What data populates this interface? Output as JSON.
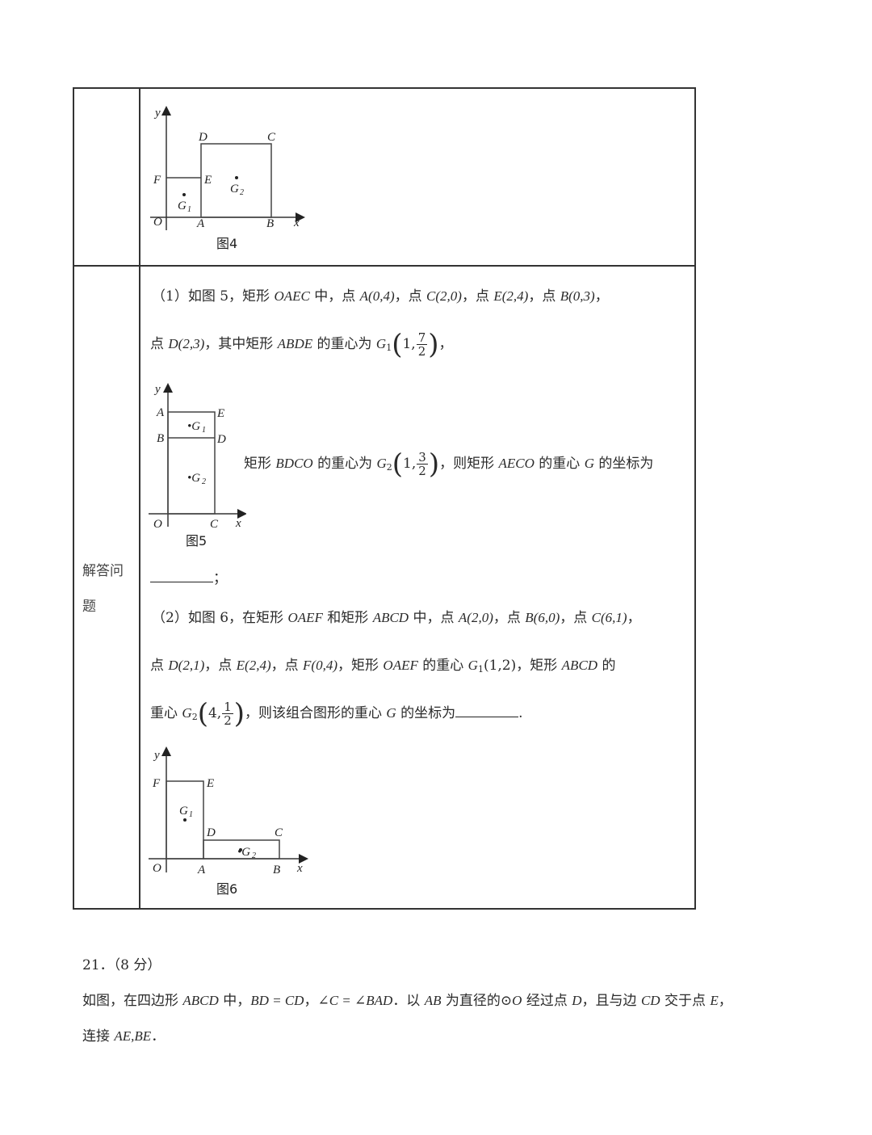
{
  "table": {
    "row_label": "解答问题",
    "row_label_line1": "解答问",
    "row_label_line2": "题"
  },
  "figure4": {
    "caption": "图4",
    "labels": {
      "y": "y",
      "x": "x",
      "O": "O",
      "A": "A",
      "B": "B",
      "C": "C",
      "D": "D",
      "E": "E",
      "F": "F",
      "G1": "G",
      "G2": "G",
      "sub1": "1",
      "sub2": "2"
    }
  },
  "part1": {
    "line1": {
      "prefix": "（1）如图 5，矩形 ",
      "rect": "OAEC",
      "mid1": " 中，点 ",
      "A": "A(0,4)",
      "sep1": "，点 ",
      "C": "C(2,0)",
      "sep2": "，点 ",
      "E": "E(2,4)",
      "sep3": "，点 ",
      "B": "B(0,3)",
      "end": "，"
    },
    "line2": {
      "prefix": "点 ",
      "D": "D(2,3)",
      "mid": "，其中矩形 ",
      "rect": "ABDE",
      "mid2": " 的重心为 ",
      "G": "G",
      "sub": "1",
      "coord_int": "1,",
      "frac_num": "7",
      "frac_den": "2",
      "end": "，"
    },
    "line3": {
      "prefix": "矩形 ",
      "rect": "BDCO",
      "mid": " 的重心为 ",
      "G": "G",
      "sub": "2",
      "coord_int": "1,",
      "frac_num": "3",
      "frac_den": "2",
      "mid2": "，则矩形 ",
      "rect2": "AECO",
      "mid3": " 的重心 ",
      "G2": "G",
      "end": " 的坐标为"
    },
    "answer_end": "；"
  },
  "figure5": {
    "caption": "图5",
    "labels": {
      "y": "y",
      "x": "x",
      "O": "O",
      "A": "A",
      "B": "B",
      "C": "C",
      "D": "D",
      "E": "E",
      "G1": "•G",
      "G2": "•G",
      "sub1": "1",
      "sub2": "2"
    }
  },
  "part2": {
    "line1": {
      "prefix": "（2）如图 6，在矩形 ",
      "rect1": "OAEF",
      "mid": " 和矩形 ",
      "rect2": "ABCD",
      "mid2": " 中，点 ",
      "A": "A(2,0)",
      "sep1": "，点 ",
      "B": "B(6,0)",
      "sep2": "，点 ",
      "C": "C(6,1)",
      "end": "，"
    },
    "line2": {
      "prefix": "点 ",
      "D": "D(2,1)",
      "sep1": "，点 ",
      "E": "E(2,4)",
      "sep2": "，点 ",
      "F": "F(0,4)",
      "mid": "，矩形 ",
      "rect1": "OAEF",
      "mid2": " 的重心 ",
      "G1": "G",
      "sub1": "1",
      "G1coord": "(1,2)",
      "mid3": "，矩形 ",
      "rect2": "ABCD",
      "end": " 的"
    },
    "line3": {
      "prefix": "重心 ",
      "G": "G",
      "sub": "2",
      "coord_int": "4,",
      "frac_num": "1",
      "frac_den": "2",
      "mid": "，则该组合图形的重心 ",
      "G2": "G",
      "end": " 的坐标为",
      "answer_end": "."
    }
  },
  "figure6": {
    "caption": "图6",
    "labels": {
      "y": "y",
      "x": "x",
      "O": "O",
      "A": "A",
      "B": "B",
      "C": "C",
      "D": "D",
      "E": "E",
      "F": "F",
      "G1": "G",
      "G2": "•G",
      "sub1": "1",
      "sub2": "2"
    }
  },
  "question21": {
    "header": "21．（8 分）",
    "line1_a": "如图，在四边形 ",
    "line1_rect": "ABCD",
    "line1_b": " 中，",
    "line1_eq1": "BD = CD",
    "line1_c": "，",
    "line1_eq2": "∠C = ∠BAD",
    "line1_d": "．以 ",
    "line1_ab": "AB",
    "line1_e": " 为直径的⊙",
    "line1_o": "O",
    "line1_f": " 经过点 ",
    "line1_dpt": "D",
    "line1_g": "，且与边 ",
    "line1_cd": "CD",
    "line1_h": " 交于点 ",
    "line1_ept": "E",
    "line1_i": "，",
    "line2_a": "连接 ",
    "line2_b": "AE,BE",
    "line2_c": "．"
  }
}
